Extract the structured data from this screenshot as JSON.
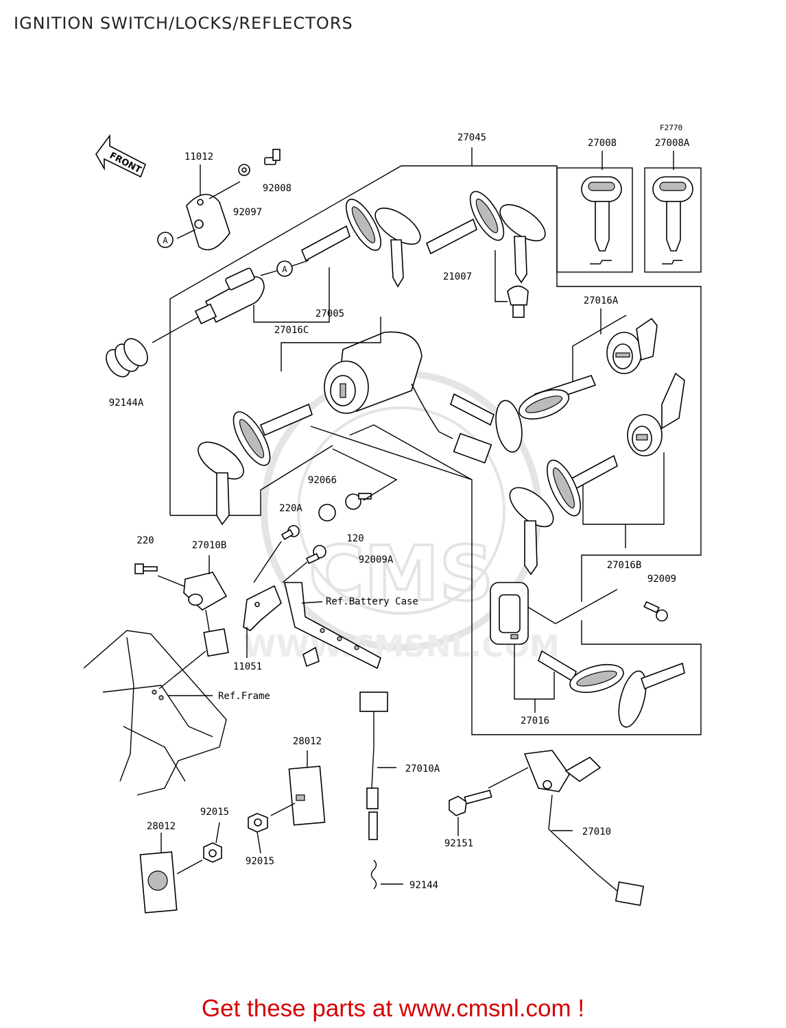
{
  "diagram": {
    "title": "IGNITION SWITCH/LOCKS/REFLECTORS",
    "figure_code": "F2770",
    "footer_text": "Get these parts at www.cmsnl.com !",
    "watermark": {
      "brand": "CMS",
      "url": "WWW.CMSNL.COM"
    },
    "direction_label": "FRONT",
    "callout_letter": "A",
    "part_labels": {
      "p27045": "27045",
      "p27008": "27008",
      "p27008A": "27008A",
      "p11012": "11012",
      "p92008": "92008",
      "p92097": "92097",
      "p21007": "21007",
      "p27016C": "27016C",
      "p27005": "27005",
      "p27016A": "27016A",
      "p92144A": "92144A",
      "p92066": "92066",
      "p120": "120",
      "p220A": "220A",
      "p220": "220",
      "p27010B": "27010B",
      "p92009A": "92009A",
      "p27016B": "27016B",
      "p92009": "92009",
      "ref_battery": "Ref.Battery Case",
      "p11051": "11051",
      "ref_frame": "Ref.Frame",
      "p28012a": "28012",
      "p27010A": "27010A",
      "p27016": "27016",
      "p92015a": "92015",
      "p28012b": "28012",
      "p92015b": "92015",
      "p92151": "92151",
      "p27010": "27010",
      "p92144": "92144"
    }
  },
  "colors": {
    "footer": "#d40000",
    "line": "#000000",
    "watermark": "#e4e4e4"
  }
}
